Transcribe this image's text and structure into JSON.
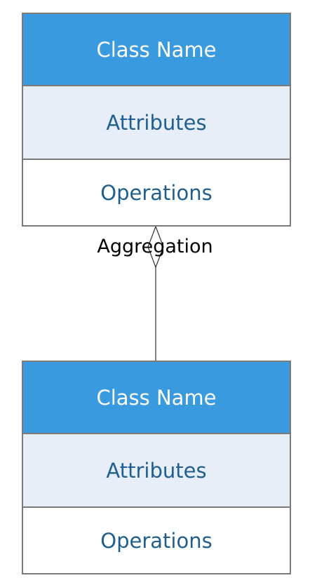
{
  "classes": [
    {
      "name": "Class Name",
      "attributes": "Attributes",
      "operations": "Operations"
    },
    {
      "name": "Class Name",
      "attributes": "Attributes",
      "operations": "Operations"
    }
  ],
  "relationship": {
    "type": "aggregation",
    "label": "Aggregation"
  },
  "colors": {
    "header": "#3a9ae0",
    "attributes_bg": "#e8eef8",
    "text_blue": "#1f5f8f",
    "border": "#7a7a7a"
  }
}
